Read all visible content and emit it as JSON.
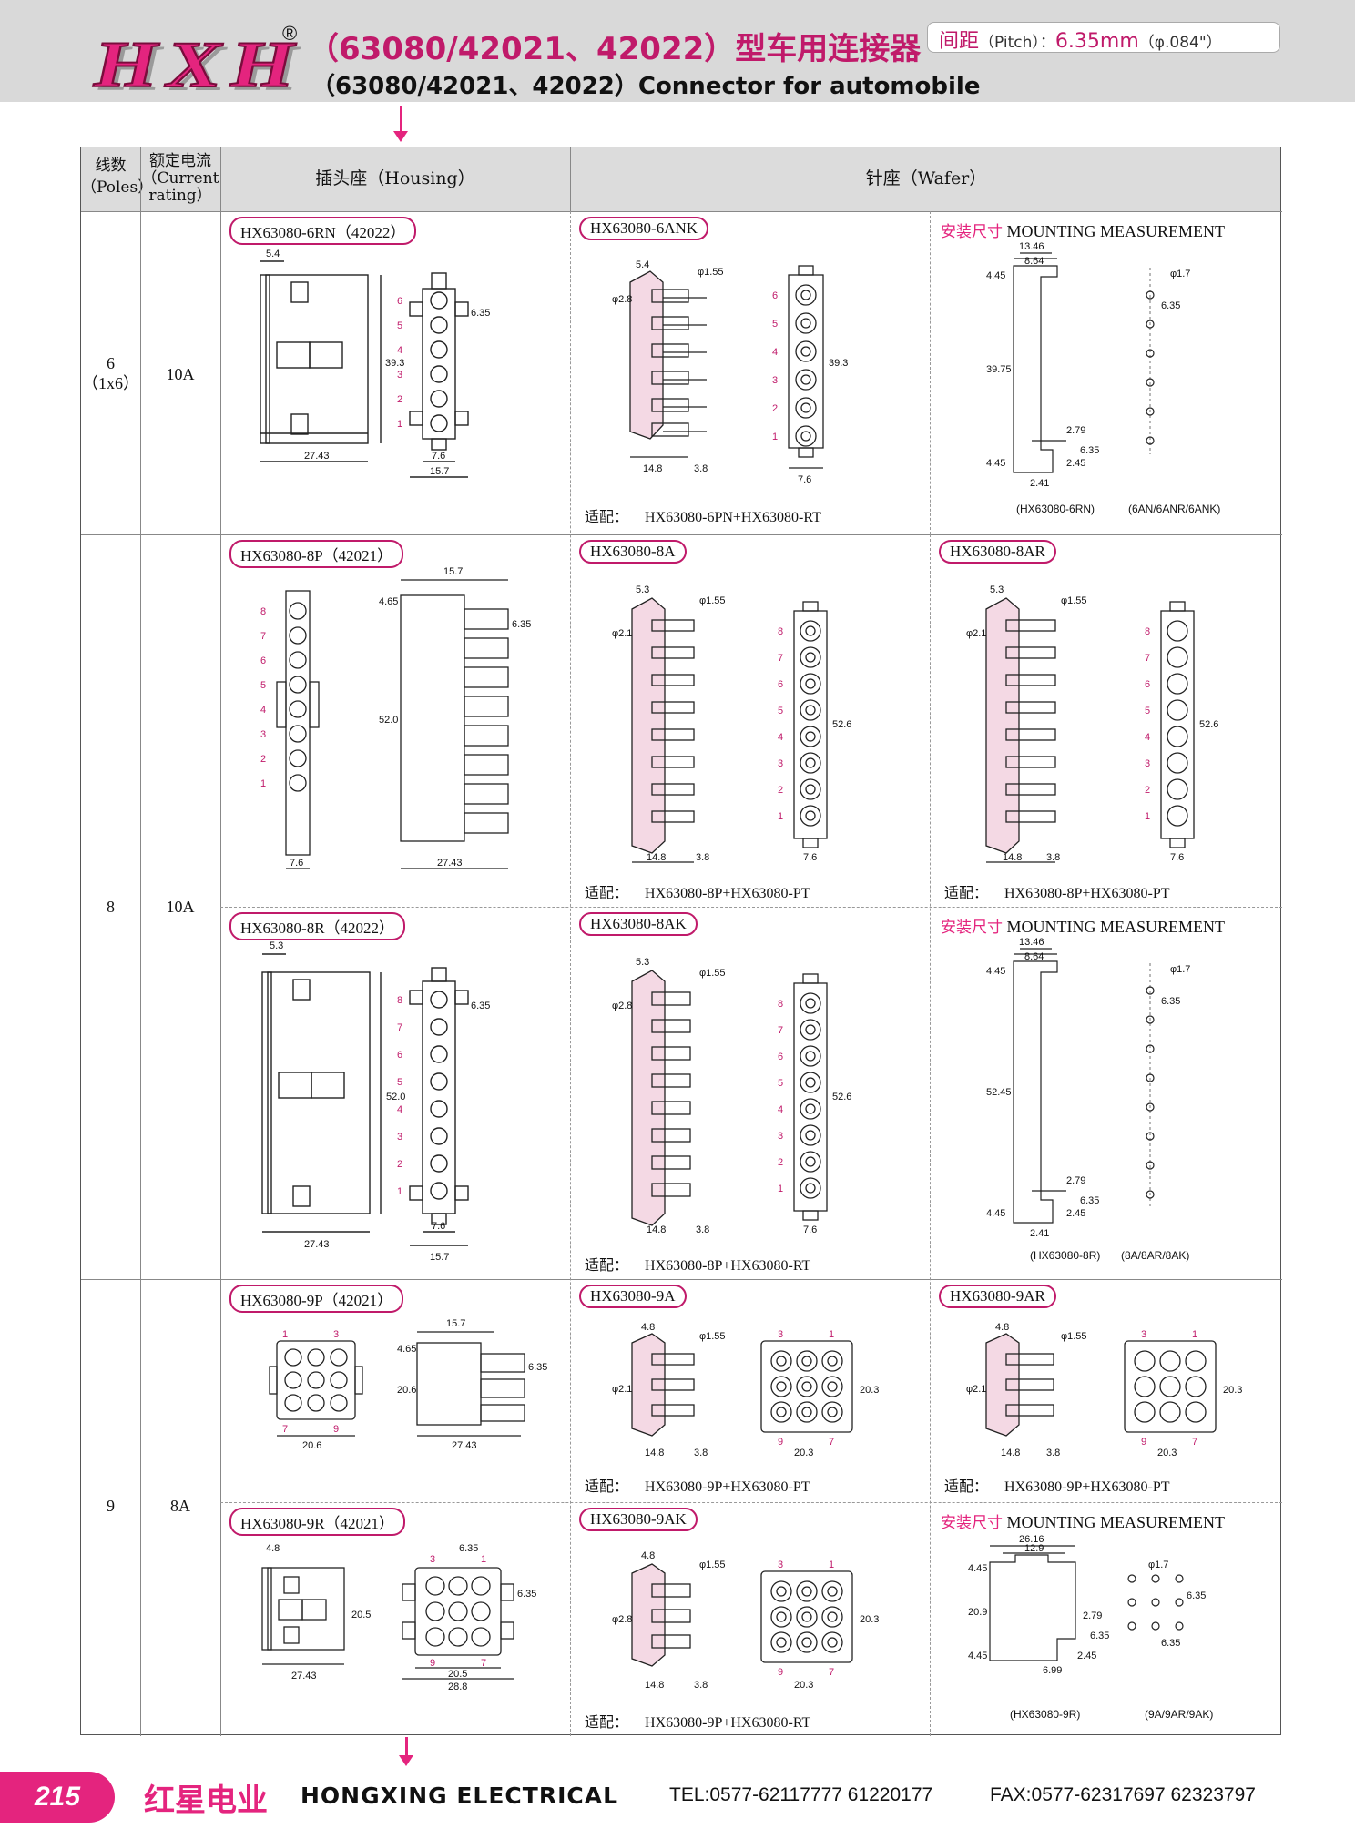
{
  "header": {
    "logo": "HXH",
    "logo_reg": "®",
    "title_cn": "（63080/42021、42022）型车用连接器",
    "title_en": "（63080/42021、42022）Connector for automobile",
    "pitch_label": "间距",
    "pitch_paren": "（Pitch）：",
    "pitch_value": "6.35mm",
    "pitch_inch": "（φ.084\"）"
  },
  "table": {
    "head": {
      "poles_cn": "线数",
      "poles_en": "（Poles）",
      "current_cn": "额定电流",
      "current_en1": "（Current",
      "current_en2": "rating）",
      "housing": "插头座（Housing）",
      "wafer": "针座（Wafer）"
    },
    "rows": [
      {
        "poles": "6",
        "poles_sub": "（1x6）",
        "current": "10A"
      },
      {
        "poles": "8",
        "poles_sub": "",
        "current": "10A"
      },
      {
        "poles": "9",
        "poles_sub": "",
        "current": "8A"
      }
    ]
  },
  "panels": {
    "p6_housing": {
      "tag": "HX63080-6RN（42022）"
    },
    "p6_wafer": {
      "tag": "HX63080-6ANK",
      "fit_label": "适配：",
      "fit": "HX63080-6PN+HX63080-RT"
    },
    "p6_mount": {
      "title_cn": "安装尺寸",
      "title_en": "MOUNTING MEASUREMENT",
      "note1": "(HX63080-6RN)",
      "note2": "(6AN/6ANR/6ANK)"
    },
    "p8_housing_p": {
      "tag": "HX63080-8P（42021）"
    },
    "p8_wafer_a": {
      "tag": "HX63080-8A",
      "fit_label": "适配：",
      "fit": "HX63080-8P+HX63080-PT"
    },
    "p8_wafer_ar": {
      "tag": "HX63080-8AR",
      "fit_label": "适配：",
      "fit": "HX63080-8P+HX63080-PT"
    },
    "p8_housing_r": {
      "tag": "HX63080-8R（42022）"
    },
    "p8_wafer_ak": {
      "tag": "HX63080-8AK",
      "fit_label": "适配：",
      "fit": "HX63080-8P+HX63080-RT"
    },
    "p8_mount": {
      "title_cn": "安装尺寸",
      "title_en": "MOUNTING MEASUREMENT",
      "note1": "(HX63080-8R)",
      "note2": "(8A/8AR/8AK)"
    },
    "p9_housing_p": {
      "tag": "HX63080-9P（42021）"
    },
    "p9_wafer_a": {
      "tag": "HX63080-9A",
      "fit_label": "适配：",
      "fit": "HX63080-9P+HX63080-PT"
    },
    "p9_wafer_ar": {
      "tag": "HX63080-9AR",
      "fit_label": "适配：",
      "fit": "HX63080-9P+HX63080-PT"
    },
    "p9_housing_r": {
      "tag": "HX63080-9R（42021）"
    },
    "p9_wafer_ak": {
      "tag": "HX63080-9AK",
      "fit_label": "适配：",
      "fit": "HX63080-9P+HX63080-RT"
    },
    "p9_mount": {
      "title_cn": "安装尺寸",
      "title_en": "MOUNTING MEASUREMENT",
      "note1": "(HX63080-9R)",
      "note2": "(9A/9AR/9AK)"
    }
  },
  "dims": {
    "d5_4": "5.4",
    "d5_3": "5.3",
    "d4_8": "4.8",
    "d27_43": "27.43",
    "d39_3": "39.3",
    "d52_0": "52.0",
    "d52_6": "52.6",
    "d7_6": "7.6",
    "d15_7": "15.7",
    "d6_35": "6.35",
    "d4_65": "4.65",
    "d14_8": "14.8",
    "d3_8": "3.8",
    "d1_55": "φ1.55",
    "d2_8": "φ2.8",
    "d2_1": "φ2.1",
    "d20_6": "20.6",
    "d20_3": "20.3",
    "d20_5": "20.5",
    "d28_8": "28.8",
    "d13_46": "13.46",
    "d8_64": "8.64",
    "d4_45": "4.45",
    "d39_75": "39.75",
    "d52_45": "52.45",
    "d2_79": "2.79",
    "d2_45": "2.45",
    "d2_41": "2.41",
    "d1_7": "φ1.7",
    "d26_16": "26.16",
    "d12_9": "12.9",
    "d20_9": "20.9",
    "d6_99": "6.99"
  },
  "pins6": [
    "6",
    "5",
    "4",
    "3",
    "2",
    "1"
  ],
  "pins8": [
    "8",
    "7",
    "6",
    "5",
    "4",
    "3",
    "2",
    "1"
  ],
  "pins9": [
    "3",
    "1",
    "9",
    "7"
  ],
  "footer": {
    "page": "215",
    "brand_cn": "红星电业",
    "brand_en": "HONGXING ELECTRICAL",
    "tel": "TEL:0577-62117777   61220177",
    "fax": "FAX:0577-62317697   62323797"
  },
  "colors": {
    "accent": "#e4247e",
    "header_bg": "#d9d9d9",
    "table_head_bg": "#dcdcdc"
  }
}
